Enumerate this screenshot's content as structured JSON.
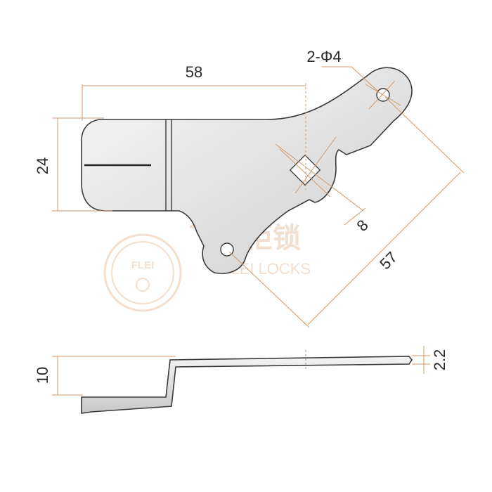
{
  "dimensions": {
    "width_58": "58",
    "height_24": "24",
    "holes": "2-Φ4",
    "slot_8": "8",
    "length_57": "57",
    "height_10": "10",
    "thickness_2_2": "2.2"
  },
  "watermark": {
    "brand_cn": "飞霆柜锁",
    "brand_en": "FLEI LOCKS",
    "logo_text": "FLEI"
  },
  "colors": {
    "outline": "#3a3a3a",
    "dimension_line": "#d09a6c",
    "watermark": "#f1dfcf"
  }
}
